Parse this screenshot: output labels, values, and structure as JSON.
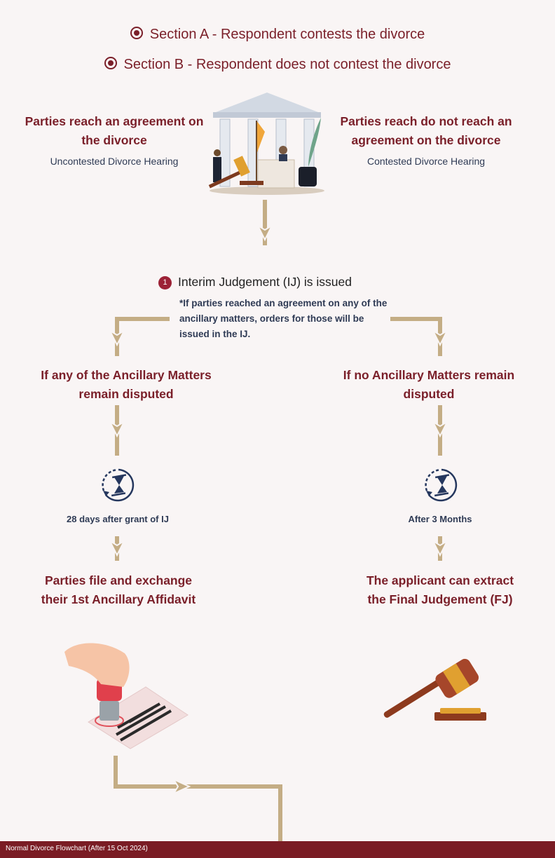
{
  "legend": [
    {
      "label": "Section A - Respondent contests the divorce"
    },
    {
      "label": "Section B - Respondent does not contest the divorce"
    }
  ],
  "hearing": {
    "left_title": "Parties reach an agreement on the divorce",
    "left_sub": "Uncontested Divorce Hearing",
    "right_title": "Parties reach do not reach an agreement on the divorce",
    "right_sub": "Contested Divorce Hearing"
  },
  "ij": {
    "step": "1",
    "title": "Interim Judgement (IJ) is issued",
    "note": "*If parties reached an agreement on any of the ancillary matters, orders for those will be issued in the IJ."
  },
  "left_branch": {
    "title": "If any of the Ancillary Matters remain disputed",
    "wait": "28 days after grant of IJ",
    "result": "Parties file and exchange their 1st Ancillary Affidavit"
  },
  "right_branch": {
    "title": "If no Ancillary Matters remain disputed",
    "wait": "After 3 Months",
    "result": "The applicant can extract the Final Judgement (FJ)"
  },
  "footer": {
    "label": "Normal Divorce Flowchart (After 15 Oct 2024)"
  },
  "colors": {
    "accent": "#7a1f29",
    "connector": "#c4ad85",
    "navy": "#25375e",
    "footer": "#7a1c24"
  }
}
